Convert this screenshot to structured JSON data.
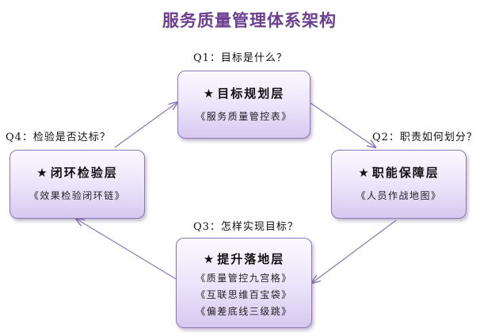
{
  "title": "服务质量管理体系架构",
  "boxes": {
    "top": {
      "star": "★",
      "label": "目标规划层",
      "lines": [
        "《服务质量管控表》"
      ]
    },
    "right": {
      "star": "★",
      "label": "职能保障层",
      "lines": [
        "《人员作战地图》"
      ]
    },
    "bottom": {
      "star": "★",
      "label": "提升落地层",
      "lines": [
        "《质量管控九宫格》",
        "《互联思维百宝袋》",
        "《偏差底线三级跳》"
      ]
    },
    "left": {
      "star": "★",
      "label": "闭环检验层",
      "lines": [
        "《效果检验闭环链》"
      ]
    }
  },
  "questions": {
    "q1": "Q1：目标是什么？",
    "q2": "Q2：职责如何划分？",
    "q3": "Q3：怎样实现目标？",
    "q4": "Q4：检验是否达标？"
  },
  "colors": {
    "title": "#6a3f8f",
    "border": "#8c76b3",
    "arrow": "#8c76b3"
  }
}
